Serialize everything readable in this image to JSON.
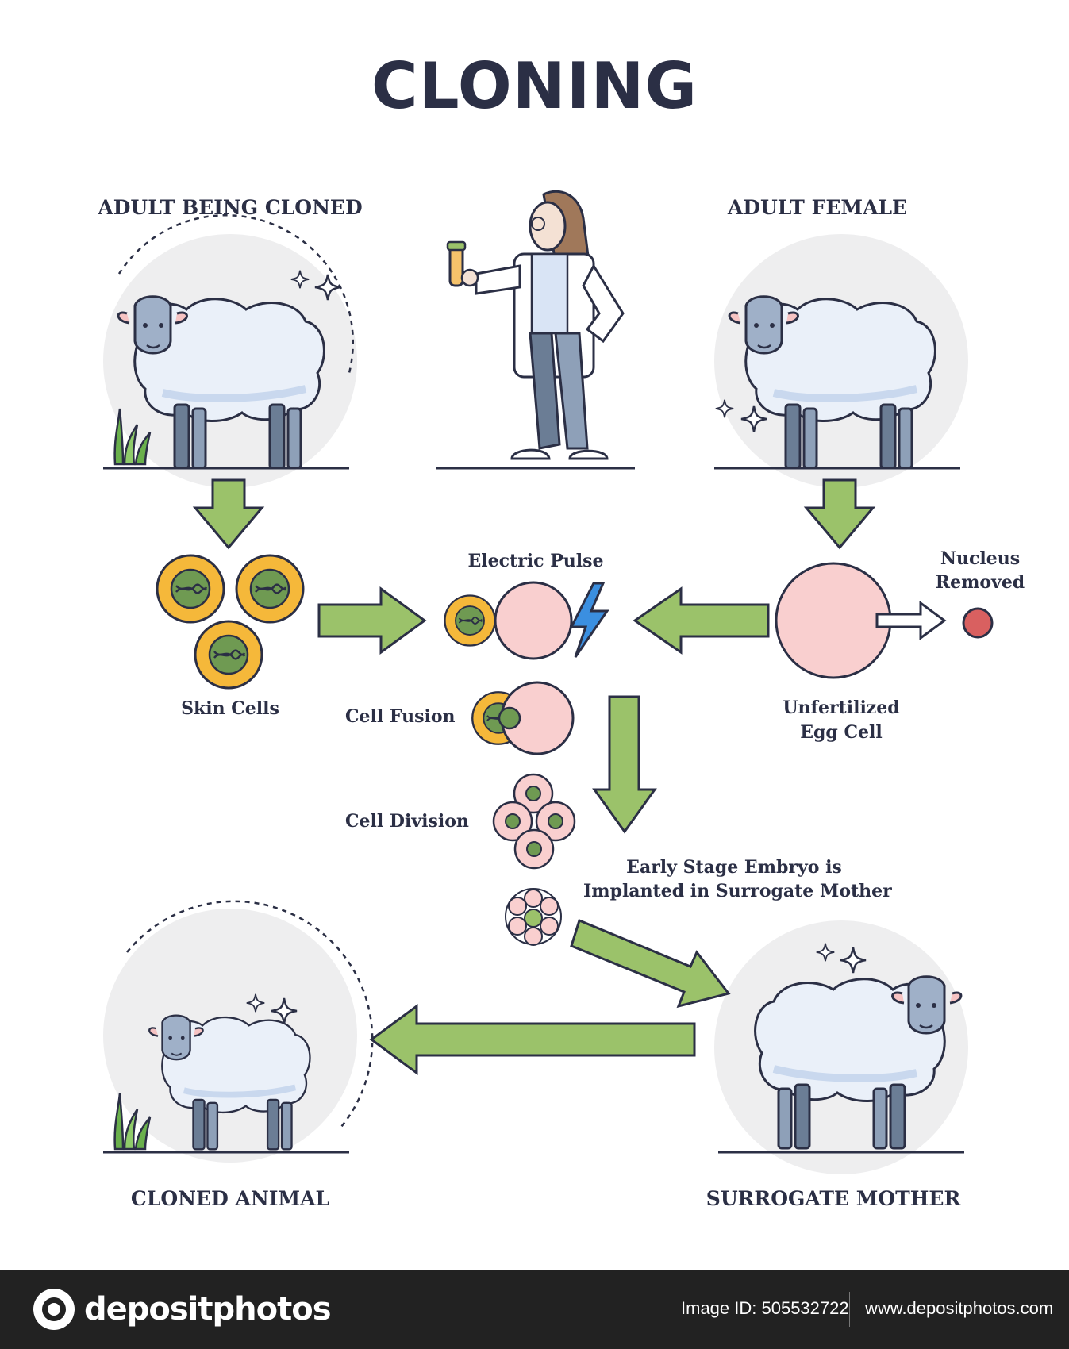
{
  "title": "CLONING",
  "headings": {
    "adult_cloned": "ADULT BEING CLONED",
    "adult_female": "ADULT FEMALE",
    "cloned_animal": "CLONED ANIMAL",
    "surrogate_mother": "SURROGATE MOTHER"
  },
  "labels": {
    "electric_pulse": "Electric Pulse",
    "nucleus_removed_1": "Nucleus",
    "nucleus_removed_2": "Removed",
    "skin_cells": "Skin Cells",
    "unfertilized_1": "Unfertilized",
    "unfertilized_2": "Egg Cell",
    "cell_fusion": "Cell Fusion",
    "cell_division": "Cell Division",
    "embryo_1": "Early Stage Embryo is",
    "embryo_2": "Implanted in Surrogate Mother"
  },
  "footer": {
    "logo_text": "depositphotos",
    "image_id": "Image ID: 505532722",
    "site": "www.depositphotos.com"
  },
  "colors": {
    "ink": "#2b2f45",
    "arrow_green": "#9bc26a",
    "skin_cell": "#f5b83a",
    "egg_cell": "#f9cfcf",
    "wool": "#e8eef8",
    "legs": "#6b7d95",
    "grass": "#6ab04c",
    "lightning": "#3b8fe0"
  },
  "icons": [
    "sheep-icon",
    "scientist-icon",
    "skin-cell-icon",
    "egg-cell-icon",
    "lightning-icon",
    "arrow-icon",
    "sparkle-icon",
    "grass-icon",
    "camera-logo-icon"
  ]
}
